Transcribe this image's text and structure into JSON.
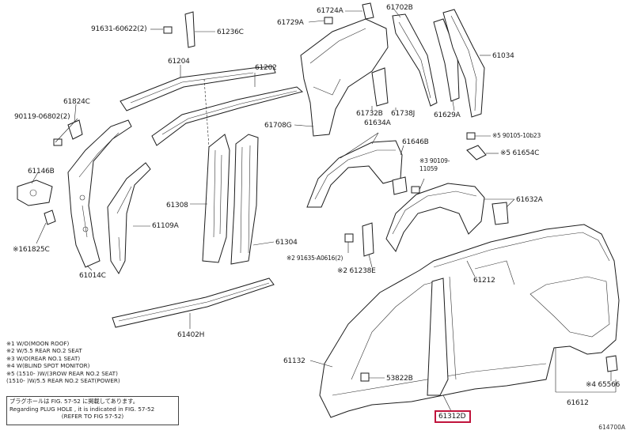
{
  "labels": {
    "p91631": "91631-60622(2)",
    "p61236c": "61236C",
    "p61724a": "61724A",
    "p61702b": "61702B",
    "p61729a": "61729A",
    "p61034": "61034",
    "p61204": "61204",
    "p61202": "61202",
    "p61824c": "61824C",
    "p90119": "90119-06802(2)",
    "p61146b": "61146B",
    "p61014c": "61014C",
    "p161825c": "※161825C",
    "p61109a": "61109A",
    "p61308": "61308",
    "p61304": "61304",
    "p61402h": "61402H",
    "p61708g": "61708G",
    "p61732b": "61732B",
    "p61738j": "61738J",
    "p61634a": "61634A",
    "p61629a": "61629A",
    "p90105a": "※5 90105-10b23",
    "p61654c": "※5 61654C",
    "p61646b": "61646B",
    "p90109": "※3 90109-11059",
    "p61632a": "61632A",
    "p91635": "※2 91635-A0616(2)",
    "p61238e": "※2 61238E",
    "p61212": "61212",
    "p61132": "61132",
    "p53822b": "53822B",
    "p61312d": "61312D",
    "p65566": "※4 65566",
    "p61612": "61612"
  },
  "notes": [
    "※1 W/O(MOON ROOF)",
    "※2 W/5.5 REAR NO.2 SEAT",
    "※3 W/O(REAR NO.1 SEAT)",
    "※4 W(BLIND SPOT MONITOR)",
    "※5 (1510-      )W/(3ROW REAR NO.2 SEAT)",
    "(1510-      )W/5.5 REAR NO.2 SEAT(POWER)"
  ],
  "notebox": [
    "プラグホールは FIG. 57-52 に掲載してあります。",
    "Regarding PLUG HOLE , it is indicated in FIG. 57-52",
    "(REFER TO FIG 57-52)"
  ],
  "figure_code": "614700A"
}
